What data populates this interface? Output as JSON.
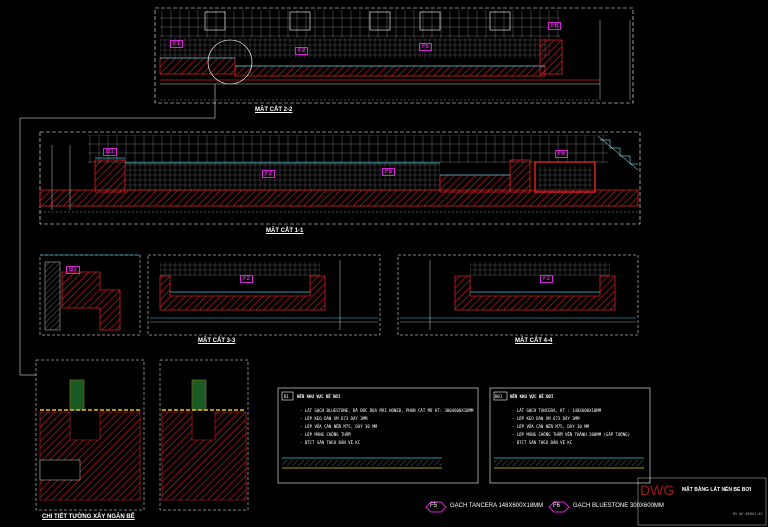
{
  "sections": {
    "s22": "MẶT CẮT 2-2",
    "s11": "MẶT CẮT 1-1",
    "s33": "MẶT CẮT 3-3",
    "s44": "MẶT CẮT 4-4",
    "detail": "CHI TIẾT TƯỜNG XÂY NGĂN BỂ"
  },
  "tags": {
    "f1": "F1",
    "f2": "F2",
    "f5": "F5",
    "f6": "F6",
    "b1": "B1"
  },
  "legend_box1": {
    "tag": "B1",
    "title": "NỀN KHU VỰC BỂ BƠI",
    "lines": [
      "- LÁT GẠCH BLUESTONE, ĐÁ BÓC DỰA MÀI HONED, PHUN CÁT MỜ  KT: 300X600X18MM",
      "- LỚP KEO DÁN XM 673 DÀY 3MM",
      "- LỚP VỮA CÁN NỀN M75, DÀY 30 MM",
      "- LỚP MÀNG CHỐNG THẤM",
      "- BTCT SÀN THEO BẢN VẼ KC"
    ]
  },
  "legend_box2": {
    "tag": "B01",
    "title": "NỀN KHU VỰC BỂ BƠI",
    "lines": [
      "- LÁT GẠCH TANCERA, KT : 148X600X18MM",
      "- LỚP KEO DÁN XM 673 DÀY 3MM",
      "- LỚP VỮA CÁN NỀN M75, DÀY 30 MM",
      "- LỚP MÀNG CHỐNG THẤM VỀN THÀNH 200MM (GẮP TƯỜNG)",
      "- BTCT SÀN THEO BẢN VẼ KC"
    ]
  },
  "materials": {
    "f5_tag": "F5",
    "f5_text": "GẠCH TANCERA 148X600X18MM",
    "f6_tag": "F6",
    "f6_text": "GẠCH BLUESTONE 300X600MM"
  },
  "title_block": {
    "watermark": "DWG",
    "title": "MẶT BẰNG LÁT NỀN BỂ BƠI",
    "code": "BV.NC.BEBOI.02"
  },
  "colors": {
    "hatch_red": "#d42020",
    "line_white": "#ffffff",
    "cyan": "#36c9d8",
    "magenta": "#d623d6",
    "yellow": "#e8c51e",
    "green": "#34b34a",
    "grey": "#8a8a8a"
  }
}
